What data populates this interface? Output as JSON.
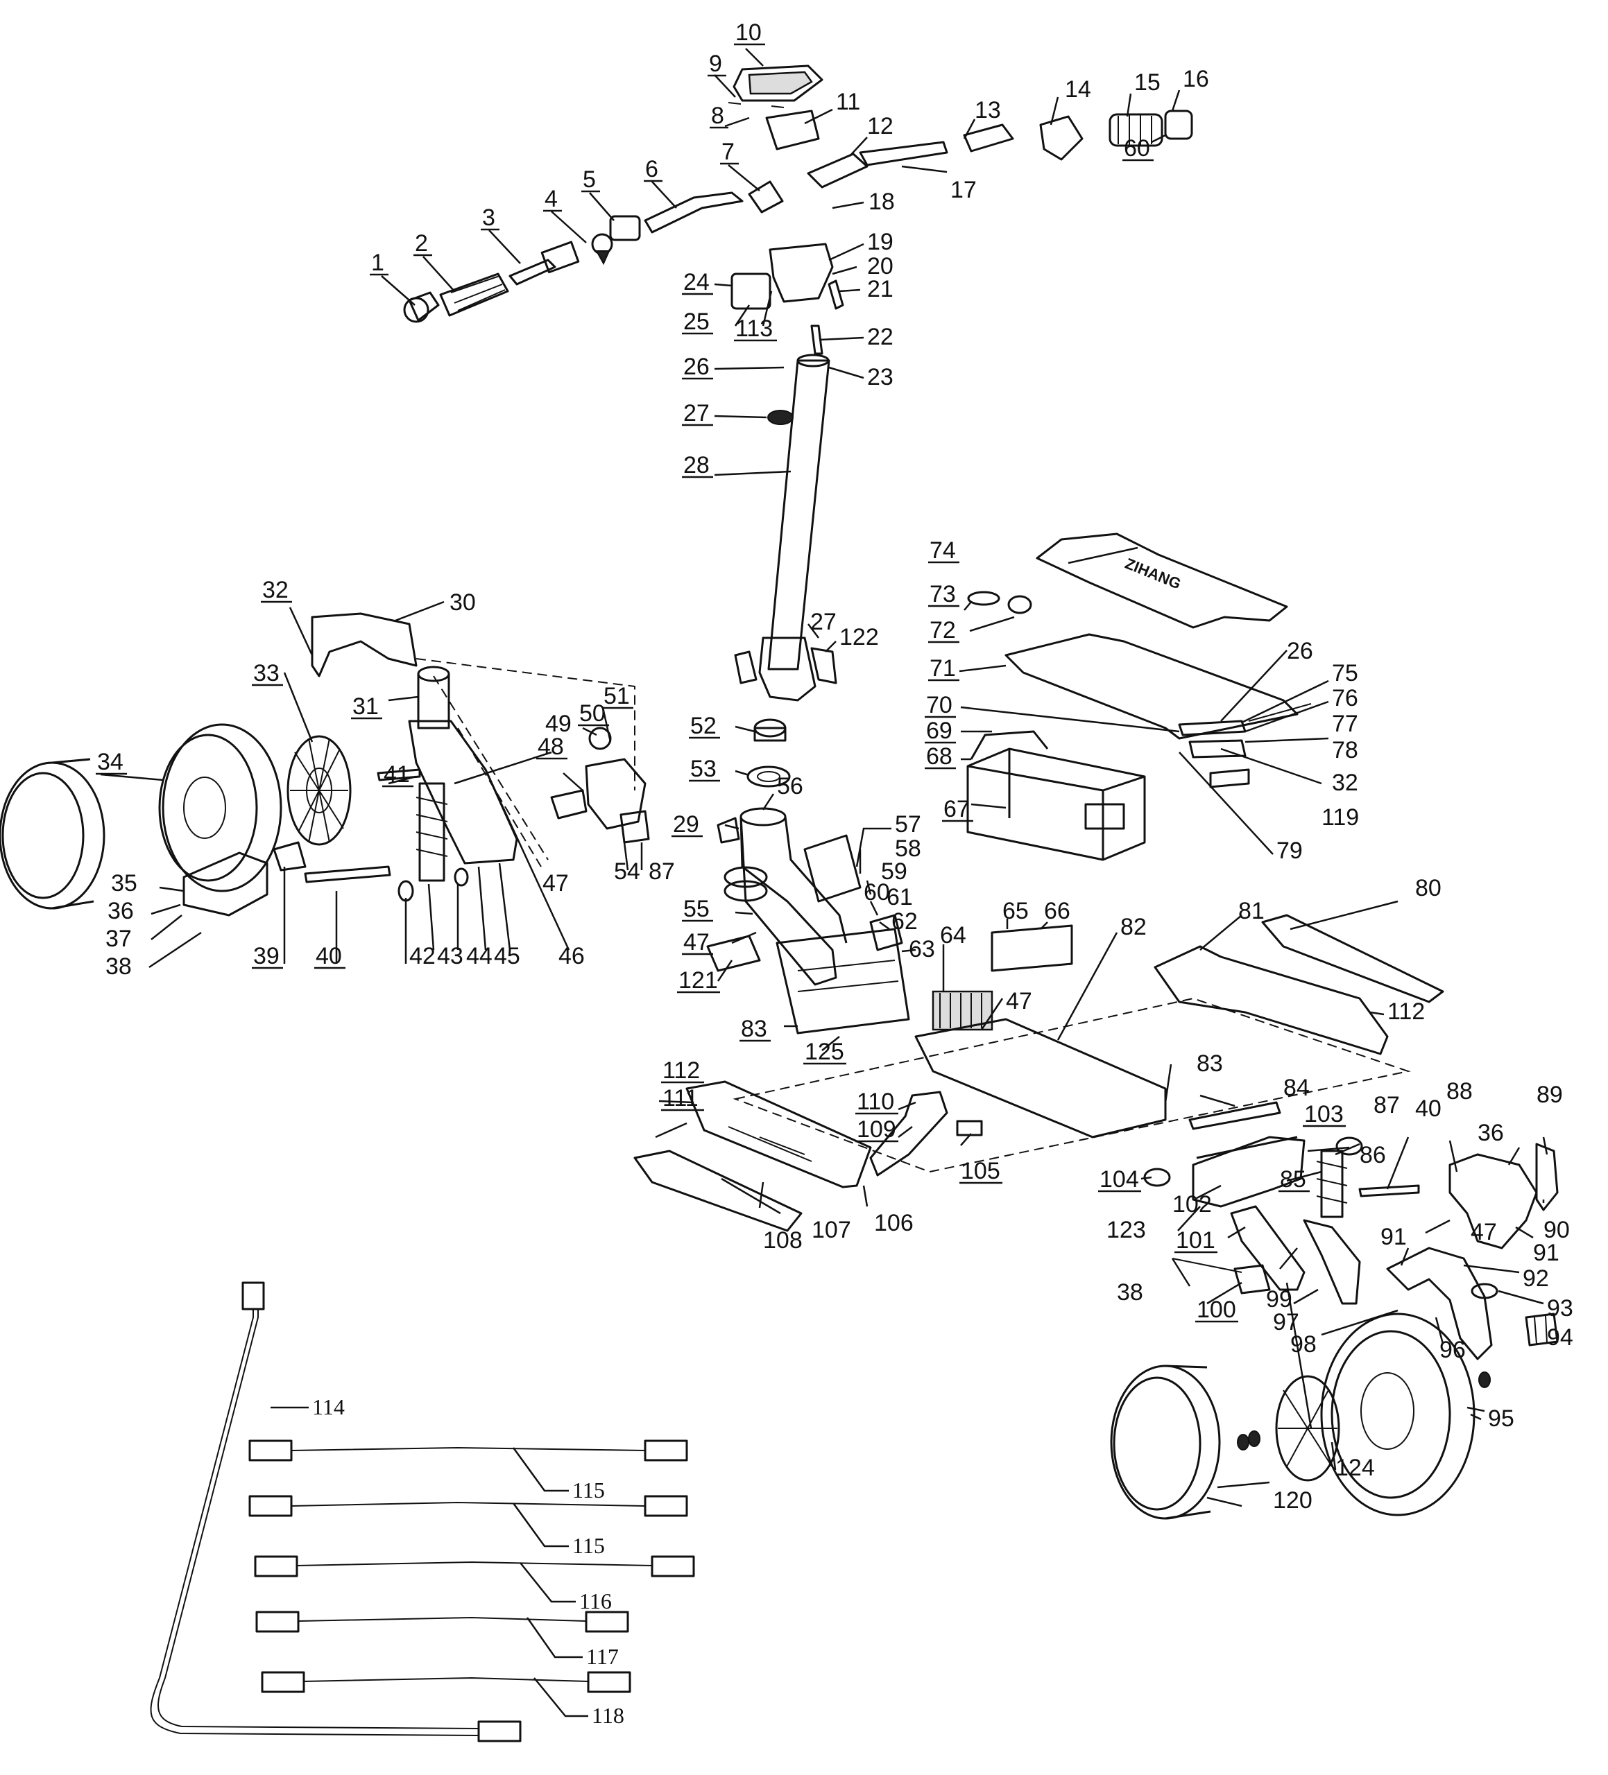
{
  "callouts": {
    "c1": "1",
    "c2": "2",
    "c3": "3",
    "c4": "4",
    "c5": "5",
    "c6": "6",
    "c7": "7",
    "c8": "8",
    "c9": "9",
    "c10": "10",
    "c11": "11",
    "c12": "12",
    "c13": "13",
    "c14": "14",
    "c15": "15",
    "c16": "16",
    "c17": "17",
    "c18": "18",
    "c19": "19",
    "c20": "20",
    "c21": "21",
    "c22": "22",
    "c23": "23",
    "c24": "24",
    "c25": "25",
    "c26": "26",
    "c26b": "26",
    "c27": "27",
    "c27b": "27",
    "c28": "28",
    "c29": "29",
    "c30": "30",
    "c31": "31",
    "c32": "32",
    "c32b": "32",
    "c33": "33",
    "c34": "34",
    "c35": "35",
    "c36": "36",
    "c36b": "36",
    "c37": "37",
    "c38": "38",
    "c38b": "38",
    "c39": "39",
    "c40": "40",
    "c40b": "40",
    "c41": "41",
    "c42": "42",
    "c43": "43",
    "c44": "44",
    "c45": "45",
    "c46": "46",
    "c47a": "47",
    "c47b": "47",
    "c47c": "47",
    "c47d": "47",
    "c48": "48",
    "c49": "49",
    "c50": "50",
    "c51": "51",
    "c52": "52",
    "c53": "53",
    "c54": "54",
    "c55": "55",
    "c56": "56",
    "c57": "57",
    "c58": "58",
    "c59": "59",
    "c60": "60",
    "c60b": "60",
    "c61": "61",
    "c62": "62",
    "c63": "63",
    "c64": "64",
    "c65": "65",
    "c66": "66",
    "c67": "67",
    "c68": "68",
    "c69": "69",
    "c70": "70",
    "c71": "71",
    "c72": "72",
    "c73": "73",
    "c74": "74",
    "c75": "75",
    "c76": "76",
    "c77": "77",
    "c78": "78",
    "c79": "79",
    "c80": "80",
    "c81": "81",
    "c82": "82",
    "c83a": "83",
    "c83b": "83",
    "c84": "84",
    "c85": "85",
    "c86": "86",
    "c87a": "87",
    "c87b": "87",
    "c88": "88",
    "c89": "89",
    "c90": "90",
    "c91a": "91",
    "c91b": "91",
    "c92": "92",
    "c93": "93",
    "c94": "94",
    "c95": "95",
    "c96": "96",
    "c97": "97",
    "c98": "98",
    "c99": "99",
    "c100": "100",
    "c101": "101",
    "c102": "102",
    "c103": "103",
    "c104": "104",
    "c105": "105",
    "c106": "106",
    "c107": "107",
    "c108": "108",
    "c109": "109",
    "c110": "110",
    "c111": "111",
    "c112a": "112",
    "c112b": "112",
    "c113": "113",
    "c114": "114",
    "c115a": "115",
    "c115b": "115",
    "c116": "116",
    "c117": "117",
    "c118": "118",
    "c119": "119",
    "c120": "120",
    "c121": "121",
    "c122": "122",
    "c123": "123",
    "c124": "124",
    "c125": "125"
  },
  "deck_text": "ZIHANG"
}
